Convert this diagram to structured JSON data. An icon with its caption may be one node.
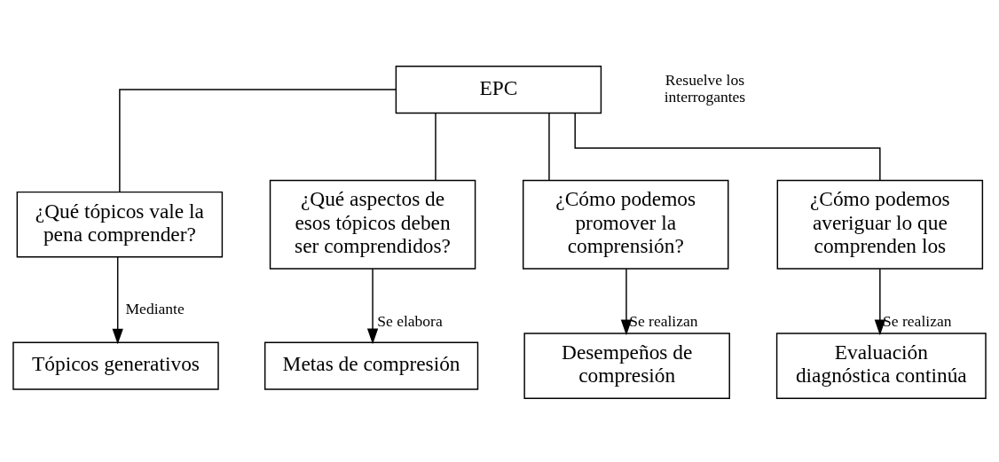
{
  "diagram": {
    "nodes": [
      {
        "text": [
          "EPC"
        ]
      },
      {
        "text": [
          "¿Qué tópicos vale la pena comprender?"
        ]
      },
      {
        "text": [
          "¿Qué aspectos de esos tópicos deben ser comprendidos?"
        ]
      },
      {
        "text": [
          "¿Cómo podemos promover la comprensión?"
        ]
      },
      {
        "text": [
          "¿Cómo podemos averiguar lo que comprenden los"
        ]
      },
      {
        "text": [
          "Tópicos generativos"
        ]
      },
      {
        "text": [
          "Metas de compresión"
        ]
      },
      {
        "text": [
          "Desempeños de compresión"
        ]
      },
      {
        "text": [
          "Evaluación diagnóstica continúa"
        ]
      }
    ],
    "edges": [
      {
        "from": 0,
        "to": 1,
        "arrow": "none"
      },
      {
        "from": 0,
        "to": 2,
        "arrow": "none"
      },
      {
        "from": 0,
        "to": 3,
        "arrow": "none"
      },
      {
        "from": 0,
        "to": 4,
        "arrow": "none"
      },
      {
        "from": 1,
        "to": 5,
        "arrow": "to",
        "label": "Mediante"
      },
      {
        "from": 2,
        "to": 6,
        "arrow": "to",
        "label": "Se elabora"
      },
      {
        "from": 3,
        "to": 7,
        "arrow": "to",
        "label": "Se realizan"
      },
      {
        "from": 4,
        "to": 8,
        "arrow": "to",
        "label": "Se realizan"
      }
    ],
    "labels": [
      "Resuelve los interrogantes"
    ]
  }
}
